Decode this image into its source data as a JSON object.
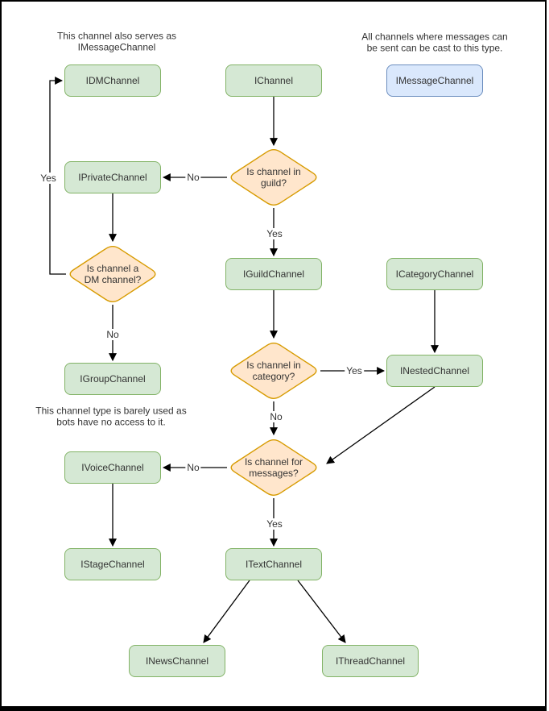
{
  "colors": {
    "node_fill": "#d5e8d4",
    "node_stroke": "#82b366",
    "decision_fill": "#ffe6cc",
    "decision_stroke": "#d79b00",
    "alt_fill": "#dae8fc",
    "alt_stroke": "#6c8ebf",
    "edge": "#000000",
    "text": "#333333",
    "background": "#ffffff"
  },
  "notes": [
    {
      "text": "This channel also serves as\nIMessageChannel"
    },
    {
      "text": "All channels where messages can\nbe sent can be cast to this type."
    },
    {
      "text": "This channel type is barely used as\nbots have no access to it."
    }
  ],
  "nodes": {
    "idm": {
      "label": "IDMChannel"
    },
    "ichannel": {
      "label": "IChannel"
    },
    "imessage": {
      "label": "IMessageChannel"
    },
    "iprivate": {
      "label": "IPrivateChannel"
    },
    "iguild": {
      "label": "IGuildChannel"
    },
    "icategory": {
      "label": "ICategoryChannel"
    },
    "igroup": {
      "label": "IGroupChannel"
    },
    "inested": {
      "label": "INestedChannel"
    },
    "ivoice": {
      "label": "IVoiceChannel"
    },
    "itext": {
      "label": "ITextChannel"
    },
    "istage": {
      "label": "IStageChannel"
    },
    "inews": {
      "label": "INewsChannel"
    },
    "ithread": {
      "label": "IThreadChannel"
    }
  },
  "decisions": {
    "guild": {
      "label": "Is channel in\nguild?"
    },
    "dm": {
      "label": "Is channel a\nDM channel?"
    },
    "category": {
      "label": "Is channel in\ncategory?"
    },
    "messages": {
      "label": "Is channel for\nmessages?"
    }
  },
  "edge_labels": {
    "guild_no": "No",
    "guild_yes": "Yes",
    "dm_yes": "Yes",
    "dm_no": "No",
    "category_yes": "Yes",
    "category_no": "No",
    "messages_no": "No",
    "messages_yes": "Yes"
  },
  "edges": [
    {
      "from": "IChannel",
      "to": "Is channel in guild?",
      "label": ""
    },
    {
      "from": "Is channel in guild?",
      "to": "IPrivateChannel",
      "label": "No"
    },
    {
      "from": "Is channel in guild?",
      "to": "IGuildChannel",
      "label": "Yes"
    },
    {
      "from": "IPrivateChannel",
      "to": "Is channel a DM channel?",
      "label": ""
    },
    {
      "from": "Is channel a DM channel?",
      "to": "IDMChannel",
      "label": "Yes"
    },
    {
      "from": "Is channel a DM channel?",
      "to": "IGroupChannel",
      "label": "No"
    },
    {
      "from": "IGuildChannel",
      "to": "Is channel in category?",
      "label": ""
    },
    {
      "from": "Is channel in category?",
      "to": "INestedChannel",
      "label": "Yes"
    },
    {
      "from": "Is channel in category?",
      "to": "Is channel for messages?",
      "label": "No"
    },
    {
      "from": "ICategoryChannel",
      "to": "INestedChannel",
      "label": ""
    },
    {
      "from": "INestedChannel",
      "to": "Is channel for messages?",
      "label": ""
    },
    {
      "from": "Is channel for messages?",
      "to": "IVoiceChannel",
      "label": "No"
    },
    {
      "from": "Is channel for messages?",
      "to": "ITextChannel",
      "label": "Yes"
    },
    {
      "from": "IVoiceChannel",
      "to": "IStageChannel",
      "label": ""
    },
    {
      "from": "ITextChannel",
      "to": "INewsChannel",
      "label": ""
    },
    {
      "from": "ITextChannel",
      "to": "IThreadChannel",
      "label": ""
    }
  ]
}
